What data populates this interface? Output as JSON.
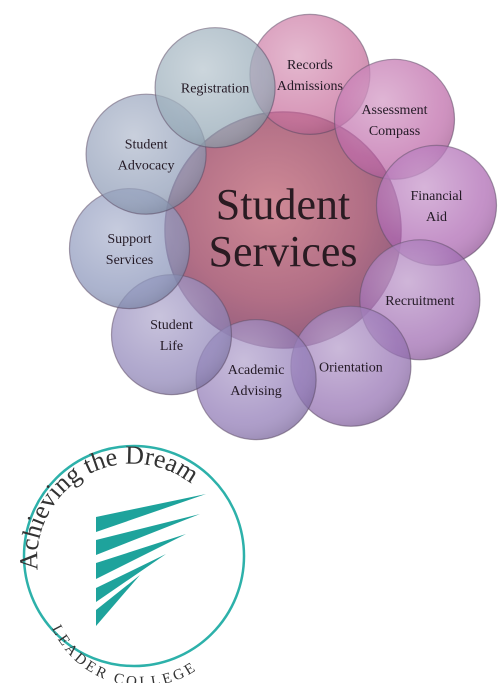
{
  "diagram": {
    "center": {
      "line1": "Student",
      "line2": "Services"
    },
    "nodes": [
      {
        "key": "records",
        "lines": [
          "Records",
          "Admissions"
        ],
        "color": "#c66b9a"
      },
      {
        "key": "assessment",
        "lines": [
          "Assessment",
          "Compass"
        ],
        "color": "#bb62a5"
      },
      {
        "key": "financial",
        "lines": [
          "Financial",
          "Aid"
        ],
        "color": "#a95fae"
      },
      {
        "key": "recruitment",
        "lines": [
          "Recruitment"
        ],
        "color": "#9a62ad"
      },
      {
        "key": "orientation",
        "lines": [
          "Orientation"
        ],
        "color": "#8f6aae"
      },
      {
        "key": "academic",
        "lines": [
          "Academic",
          "Advising"
        ],
        "color": "#8a73b3"
      },
      {
        "key": "student-life",
        "lines": [
          "Student",
          "Life"
        ],
        "color": "#8a80b6"
      },
      {
        "key": "support",
        "lines": [
          "Support",
          "Services"
        ],
        "color": "#8791b9"
      },
      {
        "key": "advocacy",
        "lines": [
          "Student",
          "Advocacy"
        ],
        "color": "#8c9ab6"
      },
      {
        "key": "registration",
        "lines": [
          "Registration"
        ],
        "color": "#93a8b5"
      }
    ]
  },
  "logo": {
    "arc_top": "Achieving the Dream",
    "arc_bottom": "LEADER COLLEGE",
    "ring_color": "#2db1aa",
    "mark_color": "#1ea39c",
    "text_color": "#333333"
  }
}
